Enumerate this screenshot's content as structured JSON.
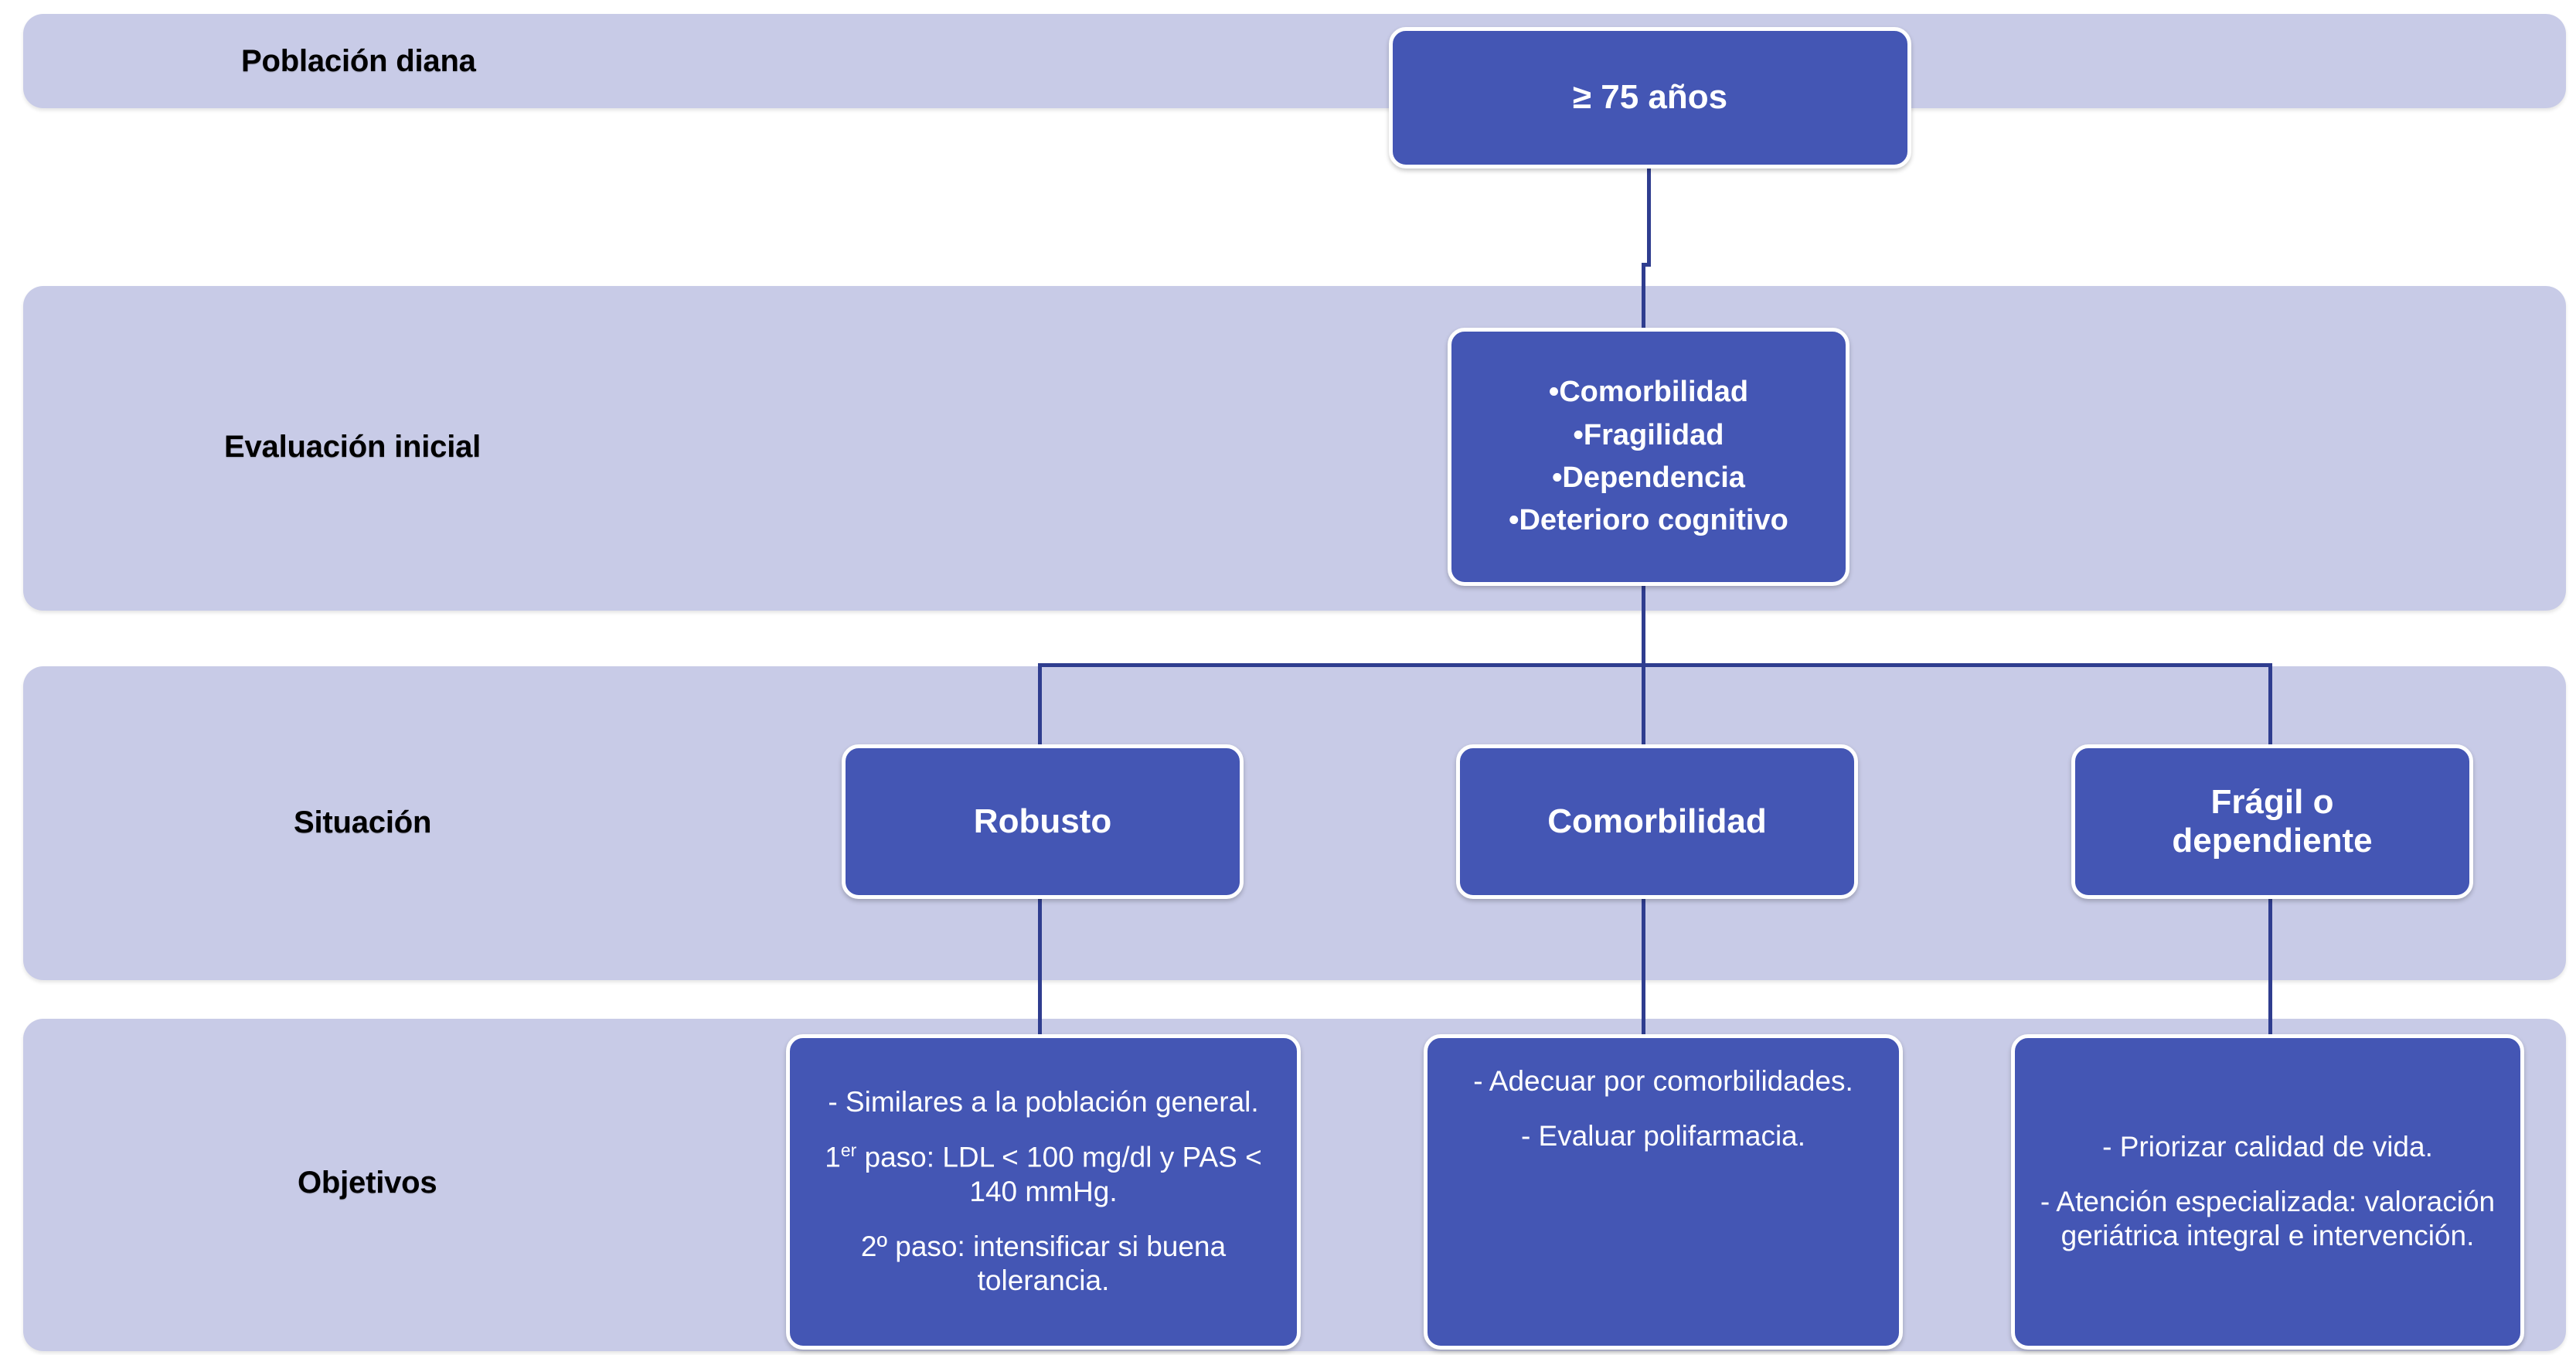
{
  "diagram": {
    "title_hidden": "",
    "colors": {
      "band": "#c8cbe7",
      "node": "#4456b4",
      "connector": "#2f3d8f",
      "node_text": "#ffffff",
      "band_label_text": "#000000",
      "background": "#ffffff"
    },
    "rows": [
      {
        "id": "poblacion-diana",
        "label": "Población diana"
      },
      {
        "id": "evaluacion-inicial",
        "label": "Evaluación inicial"
      },
      {
        "id": "situacion",
        "label": "Situación"
      },
      {
        "id": "objetivos",
        "label": "Objetivos"
      }
    ],
    "nodes": {
      "target_population": {
        "text": "≥ 75 años"
      },
      "initial_assessment": {
        "bullets": [
          "•Comorbilidad",
          "•Fragilidad",
          "•Dependencia",
          "•Deterioro cognitivo"
        ]
      },
      "situations": [
        {
          "id": "robusto",
          "text": "Robusto"
        },
        {
          "id": "comorbilidad",
          "text": "Comorbilidad"
        },
        {
          "id": "fragil-dependiente",
          "text": "Frágil o\ndependiente"
        }
      ],
      "objectives": [
        {
          "id": "objetivos-robusto",
          "lines": [
            {
              "prefix": "-  Similares a la población general.",
              "sup": "",
              "suffix": ""
            },
            {
              "prefix": "1",
              "sup": "er",
              "suffix": " paso: LDL < 100 mg/dl y PAS < 140 mmHg."
            },
            {
              "prefix": "2º paso: intensificar si buena tolerancia.",
              "sup": "",
              "suffix": ""
            }
          ]
        },
        {
          "id": "objetivos-comorbilidad",
          "lines": [
            {
              "prefix": "- Adecuar por comorbilidades.",
              "sup": "",
              "suffix": ""
            },
            {
              "prefix": "- Evaluar polifarmacia.",
              "sup": "",
              "suffix": ""
            }
          ]
        },
        {
          "id": "objetivos-fragil",
          "lines": [
            {
              "prefix": "- Priorizar calidad de vida.",
              "sup": "",
              "suffix": ""
            },
            {
              "prefix": "- Atención especializada: valoración geriátrica integral e intervención.",
              "sup": "",
              "suffix": ""
            }
          ]
        }
      ]
    }
  }
}
